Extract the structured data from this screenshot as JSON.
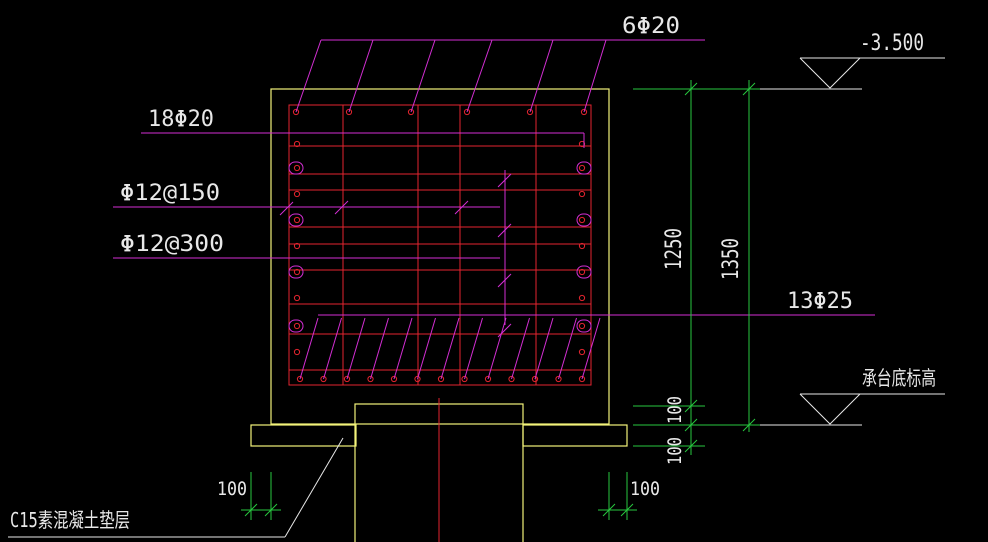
{
  "colors": {
    "background": "#000000",
    "outline": "#f3f37a",
    "rebar": "#e4252f",
    "leader": "#d42ed4",
    "dimension": "#27c93f",
    "text": "#e8e8e8"
  },
  "labels": {
    "top_bars": "6Φ20",
    "side_bars": "18Φ20",
    "stirrup_150": "Φ12@150",
    "stirrup_300": "Φ12@300",
    "bottom_bars": "13Φ25",
    "cushion_layer": "C15素混凝土垫层",
    "top_elevation": "-3.500",
    "bottom_elevation": "承台底标高"
  },
  "dimensions": {
    "inner_height": "1250",
    "outer_height": "1350",
    "cover_100": "100",
    "cushion_100": "100",
    "left_offset": "100",
    "right_offset": "100"
  }
}
